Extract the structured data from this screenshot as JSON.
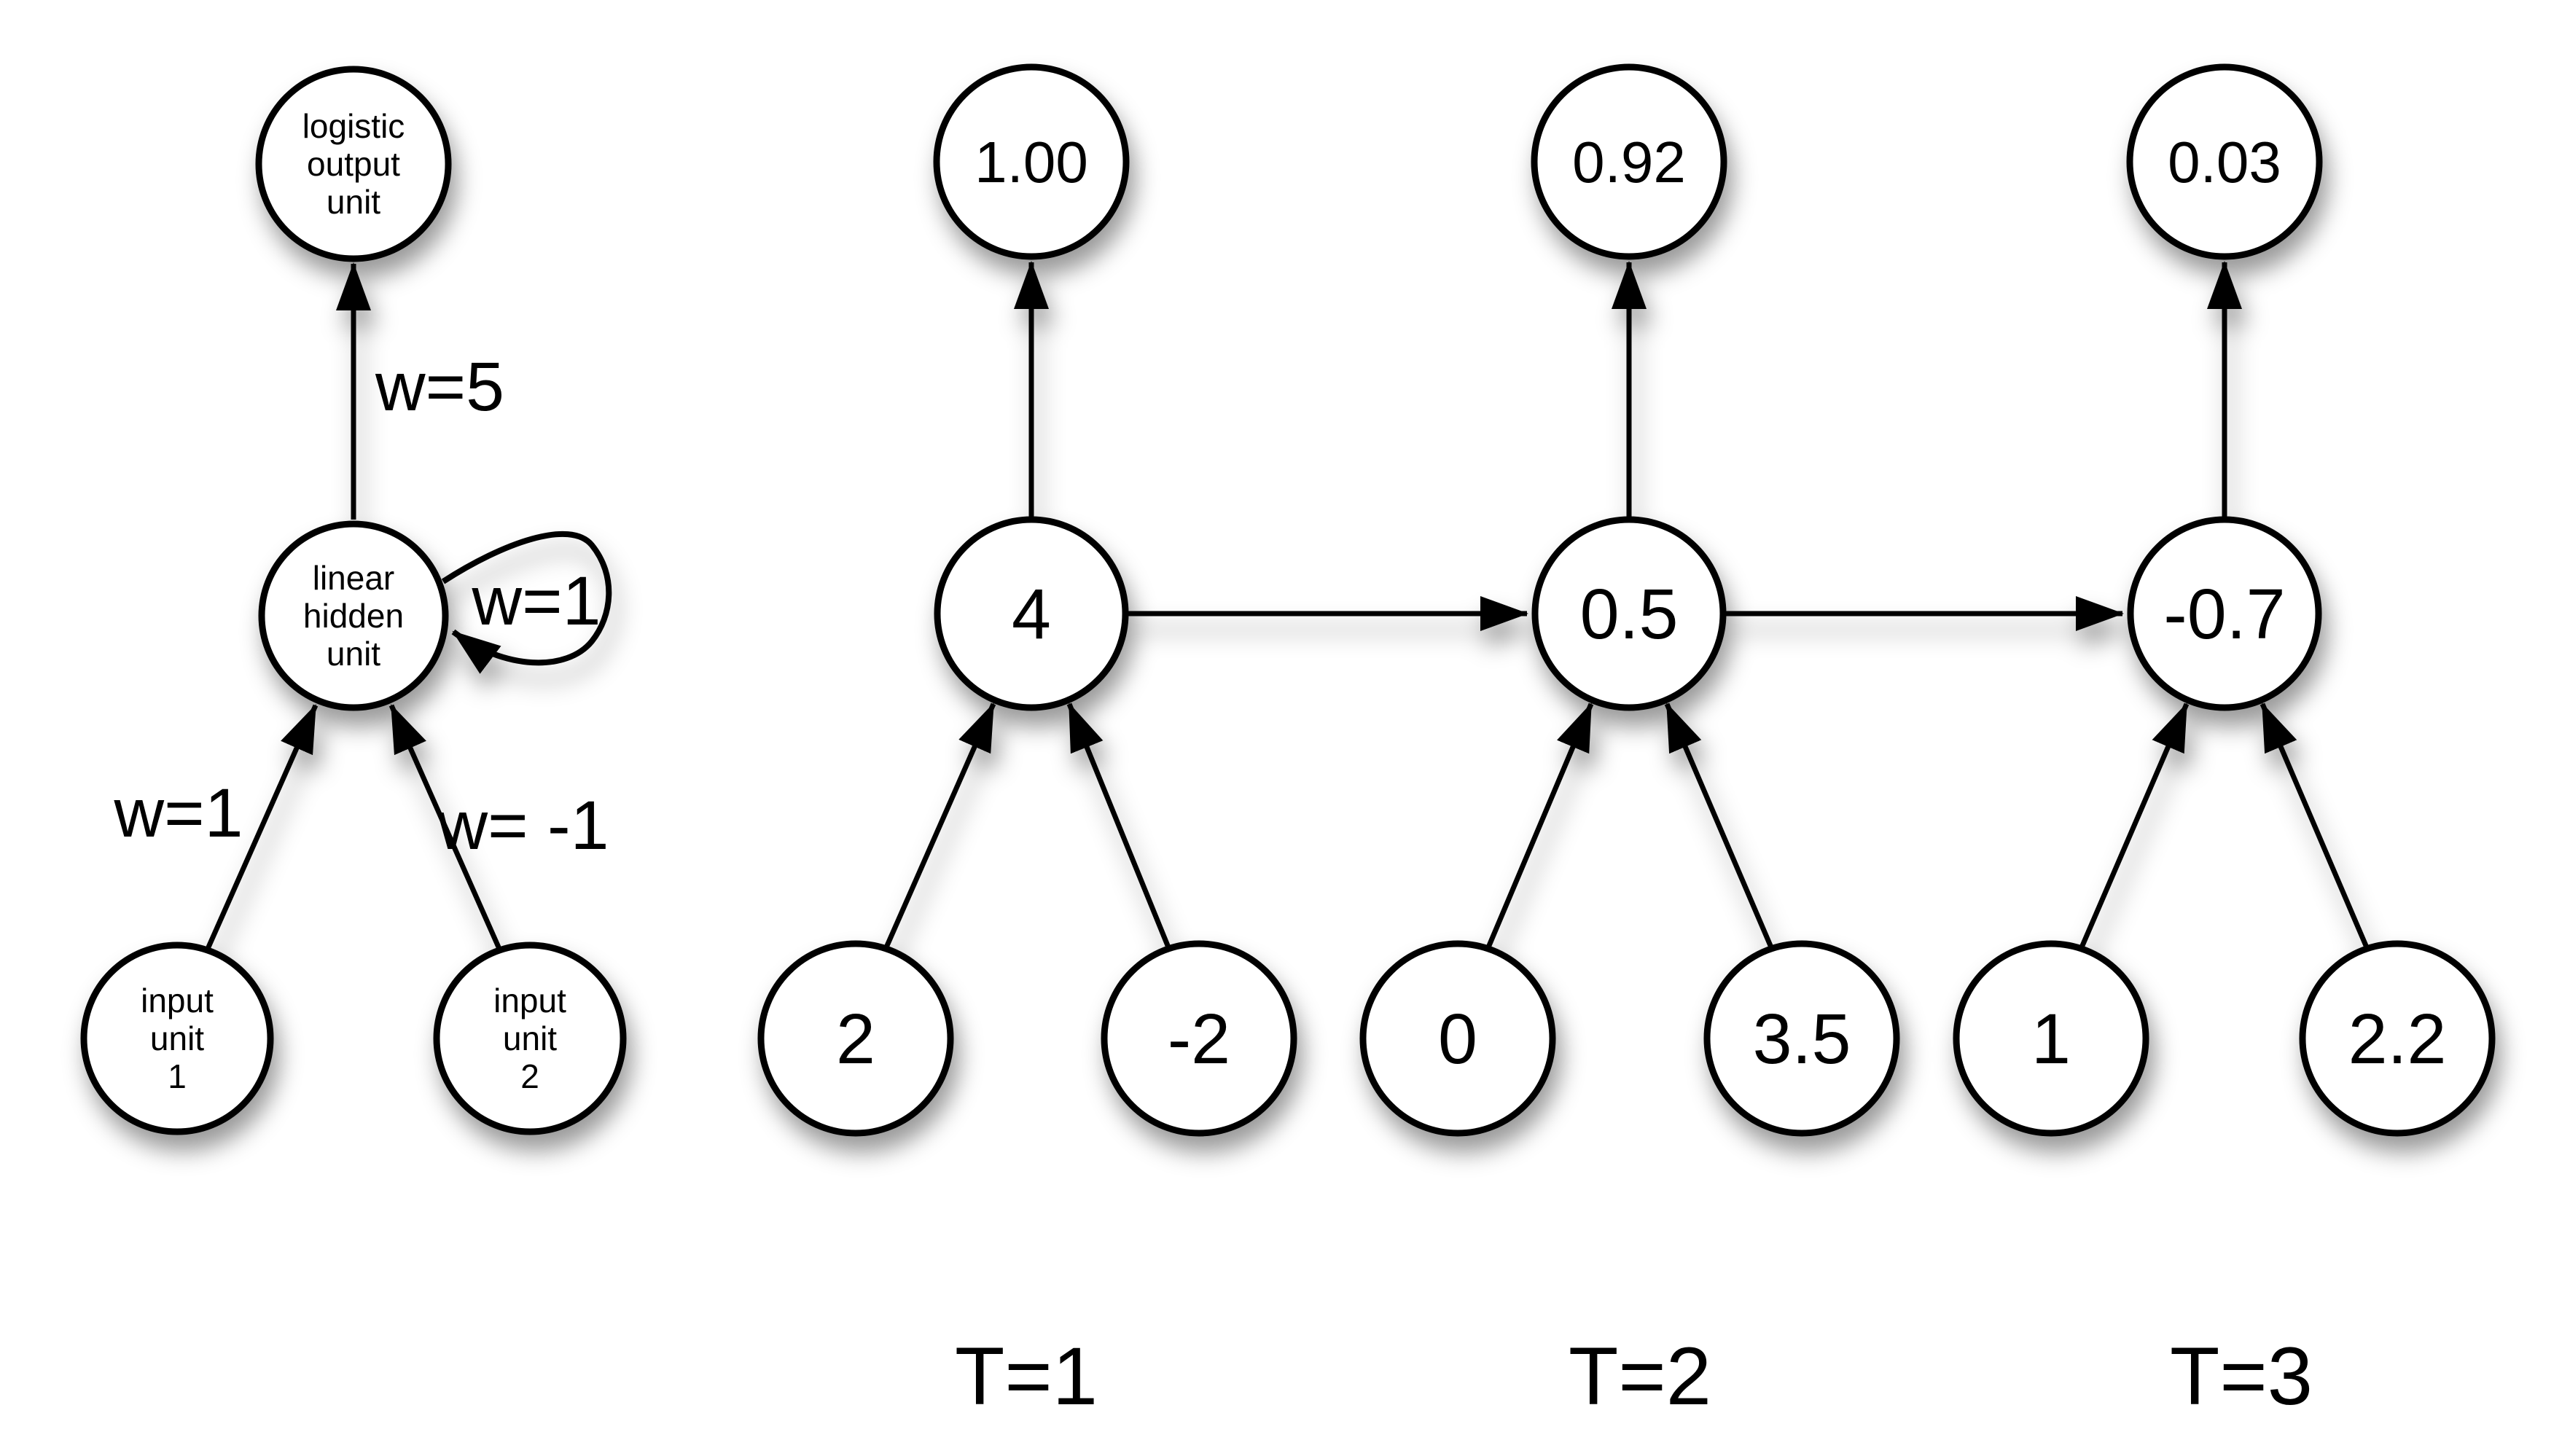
{
  "colors": {
    "background": "#ffffff",
    "node_fill": "#ffffff",
    "stroke": "#000000"
  },
  "left_network": {
    "output_node": {
      "line1": "logistic",
      "line2": "output",
      "line3": "unit"
    },
    "hidden_node": {
      "line1": "linear",
      "line2": "hidden",
      "line3": "unit"
    },
    "input_node_1": {
      "line1": "input",
      "line2": "unit",
      "line3": "1"
    },
    "input_node_2": {
      "line1": "input",
      "line2": "unit",
      "line3": "2"
    },
    "weight_hidden_to_output": "w=5",
    "weight_self_loop": "w=1",
    "weight_input1_to_hidden": "w=1",
    "weight_input2_to_hidden": "w= -1"
  },
  "timesteps": [
    {
      "label": "T=1",
      "output_value": "1.00",
      "hidden_value": "4",
      "input_left": "2",
      "input_right": "-2"
    },
    {
      "label": "T=2",
      "output_value": "0.92",
      "hidden_value": "0.5",
      "input_left": "0",
      "input_right": "3.5"
    },
    {
      "label": "T=3",
      "output_value": "0.03",
      "hidden_value": "-0.7",
      "input_left": "1",
      "input_right": "2.2"
    }
  ]
}
